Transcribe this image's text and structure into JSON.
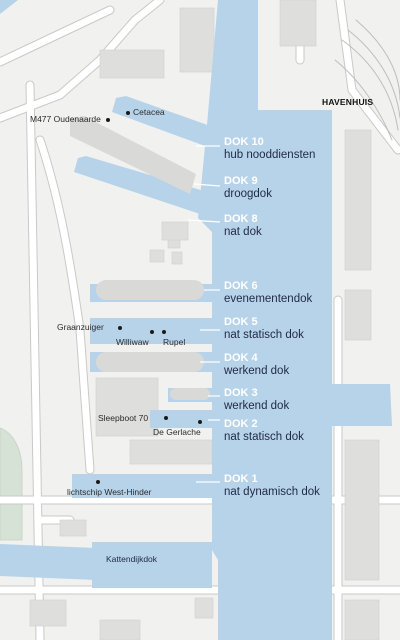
{
  "colors": {
    "water": "#b7d3ea",
    "land": "#f1f1ef",
    "building": "#dededc",
    "road": "#ffffff",
    "road_edge": "#c9c9c7",
    "green": "#d6e2d6",
    "dok_label": "#ffffff",
    "desc_label": "#1f2a44",
    "marker": "#1a1a1a"
  },
  "landmark": {
    "havenhuis": "HAVENHUIS"
  },
  "docks": [
    {
      "num": "DOK 10",
      "desc": "hub nooddiensten"
    },
    {
      "num": "DOK 9",
      "desc": "droogdok"
    },
    {
      "num": "DOK 8",
      "desc": "nat dok"
    },
    {
      "num": "DOK 6",
      "desc": "evenementendok"
    },
    {
      "num": "DOK 5",
      "desc": "nat statisch dok"
    },
    {
      "num": "DOK 4",
      "desc": "werkend dok"
    },
    {
      "num": "DOK 3",
      "desc": "werkend dok"
    },
    {
      "num": "DOK 2",
      "desc": "nat statisch dok"
    },
    {
      "num": "DOK 1",
      "desc": "nat dynamisch dok"
    }
  ],
  "places": [
    {
      "name": "M477 Oudenaarde"
    },
    {
      "name": "Cetacea"
    },
    {
      "name": "Graanzuiger"
    },
    {
      "name": "Williwaw"
    },
    {
      "name": "Rupel"
    },
    {
      "name": "Sleepboot 70"
    },
    {
      "name": "De Gerlache"
    },
    {
      "name": "lichtschip West-Hinder"
    },
    {
      "name": "Kattendijkdok"
    }
  ]
}
